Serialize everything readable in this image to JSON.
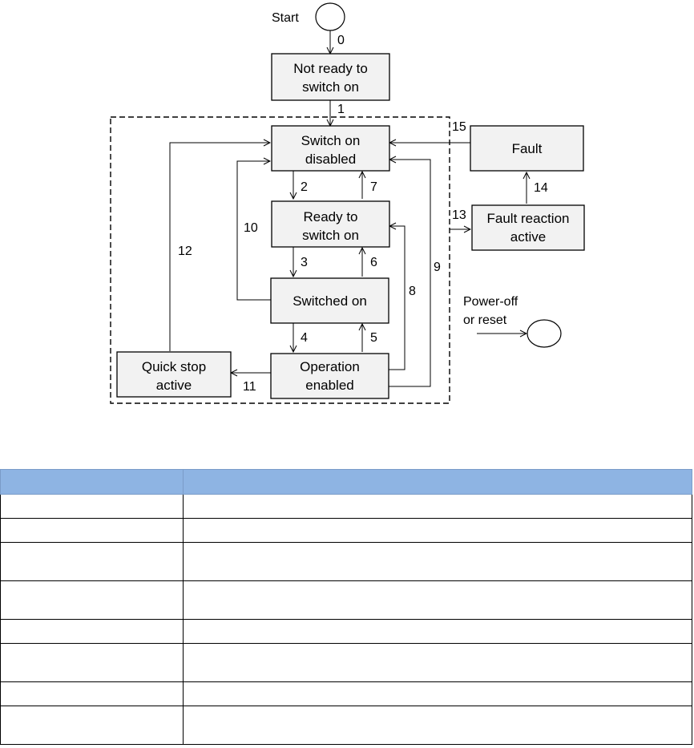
{
  "diagram": {
    "states": {
      "not_ready": [
        "Not ready to",
        "switch on"
      ],
      "switch_on_disabled": [
        "Switch on",
        "disabled"
      ],
      "ready_to_switch_on": [
        "Ready to",
        "switch on"
      ],
      "switched_on": [
        "Switched on"
      ],
      "operation_enabled": [
        "Operation",
        "enabled"
      ],
      "quick_stop_active": [
        "Quick stop",
        "active"
      ],
      "fault": [
        "Fault"
      ],
      "fault_reaction_active": [
        "Fault reaction",
        "active"
      ]
    },
    "start_label": "Start",
    "power_off_label": [
      "Power-off",
      "or reset"
    ],
    "transitions": [
      "0",
      "1",
      "2",
      "3",
      "4",
      "5",
      "6",
      "7",
      "8",
      "9",
      "10",
      "11",
      "12",
      "13",
      "14",
      "15"
    ]
  },
  "table": {
    "headers": [
      "",
      ""
    ],
    "rows": [
      {
        "cells": [
          "",
          ""
        ],
        "tall": false
      },
      {
        "cells": [
          "",
          ""
        ],
        "tall": false
      },
      {
        "cells": [
          "",
          ""
        ],
        "tall": true
      },
      {
        "cells": [
          "",
          ""
        ],
        "tall": true
      },
      {
        "cells": [
          "",
          ""
        ],
        "tall": false
      },
      {
        "cells": [
          "",
          ""
        ],
        "tall": true
      },
      {
        "cells": [
          "",
          ""
        ],
        "tall": false
      },
      {
        "cells": [
          "",
          ""
        ],
        "tall": true
      }
    ]
  }
}
